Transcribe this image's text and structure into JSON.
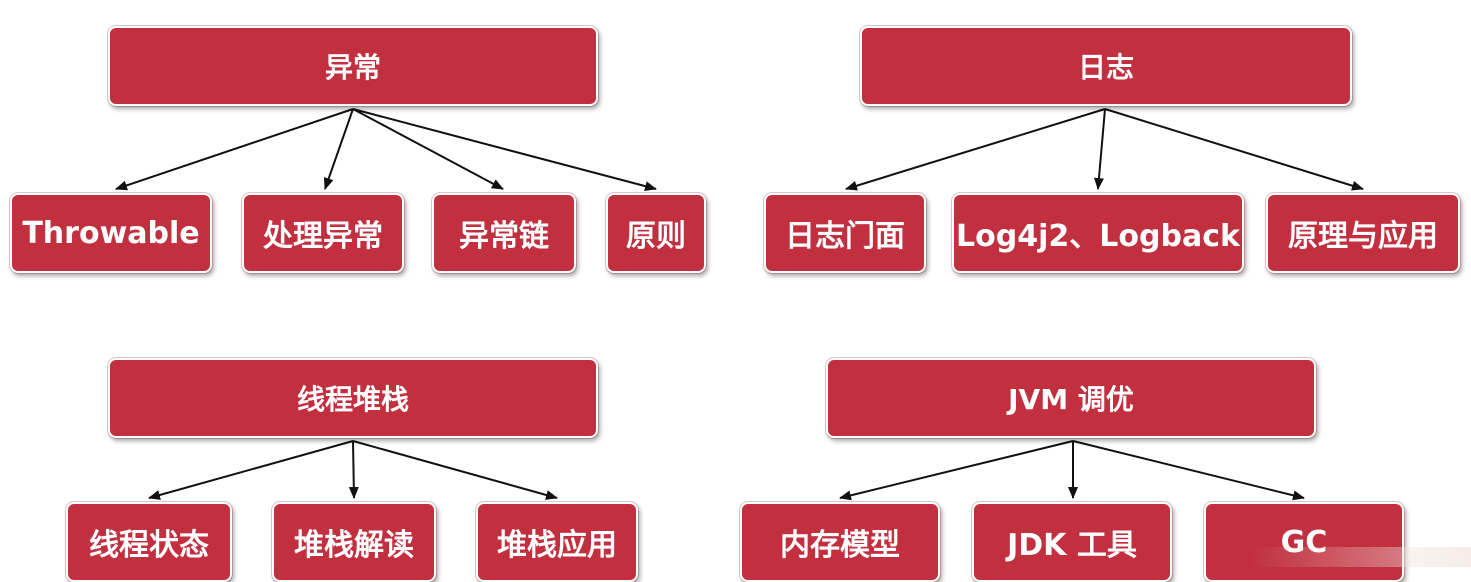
{
  "diagram": {
    "clusters": [
      {
        "parent": "异常",
        "children": [
          "Throwable",
          "处理异常",
          "异常链",
          "原则"
        ]
      },
      {
        "parent": "日志",
        "children": [
          "日志门面",
          "Log4j2、Logback",
          "原理与应用"
        ]
      },
      {
        "parent": "线程堆栈",
        "children": [
          "线程状态",
          "堆栈解读",
          "堆栈应用"
        ]
      },
      {
        "parent": "JVM 调优",
        "children": [
          "内存模型",
          "JDK 工具",
          "GC"
        ]
      }
    ],
    "colors": {
      "box_fill": "#c23040",
      "box_text": "#ffffff",
      "arrow": "#111111"
    }
  }
}
